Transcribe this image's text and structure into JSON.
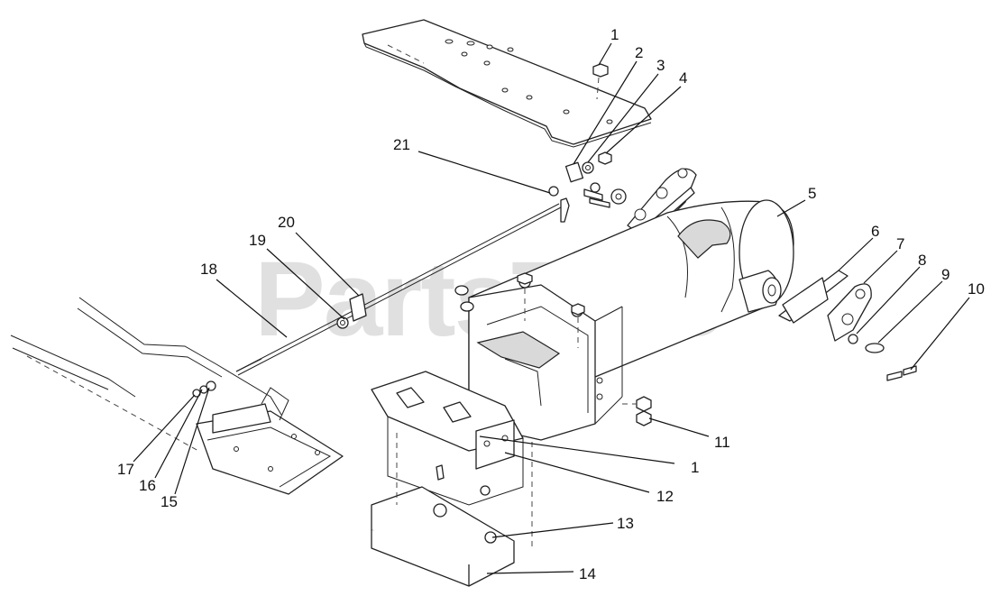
{
  "watermark": {
    "text": "PartsTree",
    "tm": "TM"
  },
  "callouts": [
    {
      "id": "c1a",
      "label": "1"
    },
    {
      "id": "c2",
      "label": "2"
    },
    {
      "id": "c3",
      "label": "3"
    },
    {
      "id": "c4",
      "label": "4"
    },
    {
      "id": "c5",
      "label": "5"
    },
    {
      "id": "c6",
      "label": "6"
    },
    {
      "id": "c7",
      "label": "7"
    },
    {
      "id": "c8",
      "label": "8"
    },
    {
      "id": "c9",
      "label": "9"
    },
    {
      "id": "c10",
      "label": "10"
    },
    {
      "id": "c11",
      "label": "11"
    },
    {
      "id": "c1b",
      "label": "1"
    },
    {
      "id": "c12",
      "label": "12"
    },
    {
      "id": "c13",
      "label": "13"
    },
    {
      "id": "c14",
      "label": "14"
    },
    {
      "id": "c15",
      "label": "15"
    },
    {
      "id": "c16",
      "label": "16"
    },
    {
      "id": "c17",
      "label": "17"
    },
    {
      "id": "c18",
      "label": "18"
    },
    {
      "id": "c19",
      "label": "19"
    },
    {
      "id": "c20",
      "label": "20"
    },
    {
      "id": "c21",
      "label": "21"
    }
  ]
}
